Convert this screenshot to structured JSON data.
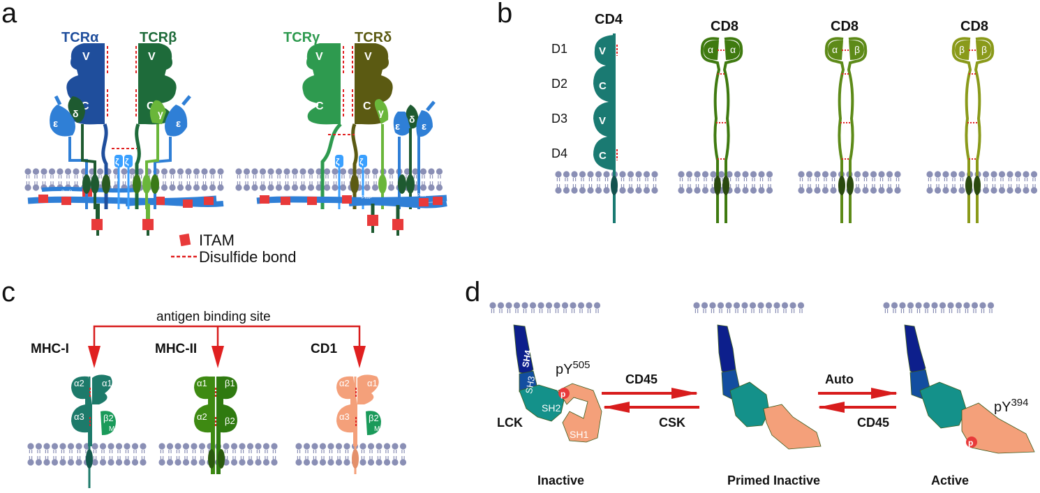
{
  "panels": {
    "a": {
      "label": "a",
      "chains": [
        "TCRα",
        "TCRβ",
        "TCRγ",
        "TCRδ"
      ],
      "domains": {
        "v": "V",
        "c": "C",
        "epsilon": "ε",
        "delta": "δ",
        "gamma": "γ",
        "zeta": "ζ"
      },
      "pxxp": "PxxP",
      "legend": {
        "itam": "ITAM",
        "disulfide": "Disulfide bond"
      }
    },
    "b": {
      "label": "b",
      "coreceptors": [
        "CD4",
        "CD8",
        "CD8",
        "CD8"
      ],
      "domain_rows": [
        "D1",
        "D2",
        "D3",
        "D4"
      ],
      "cd4_domains": [
        "V",
        "C",
        "V",
        "C"
      ],
      "cd8_pairs": [
        [
          "α",
          "α"
        ],
        [
          "α",
          "β"
        ],
        [
          "β",
          "β"
        ]
      ]
    },
    "c": {
      "label": "c",
      "binding_site": "antigen binding site",
      "molecules": [
        "MHC-I",
        "MHC-II",
        "CD1"
      ],
      "mhc1_domains": [
        "α2",
        "α1",
        "α3",
        "β2",
        "M"
      ],
      "mhc2_domains": [
        "α1",
        "β1",
        "α2",
        "β2"
      ],
      "cd1_domains": [
        "α2",
        "α1",
        "α3",
        "β2",
        "M"
      ]
    },
    "d": {
      "label": "d",
      "lck": "LCK",
      "domains": [
        "SH4",
        "SH3",
        "SH2",
        "SH1"
      ],
      "phospho": "p",
      "py505_base": "pY",
      "py505_sup": "505",
      "py394_base": "pY",
      "py394_sup": "394",
      "arrow1_top": "CD45",
      "arrow1_bottom": "CSK",
      "arrow2_top": "Auto",
      "arrow2_bottom": "CD45",
      "states": [
        "Inactive",
        "Primed Inactive",
        "Active"
      ]
    }
  },
  "colors": {
    "tcr_alpha": "#1f4e9c",
    "tcr_beta": "#1e6b3a",
    "tcr_gamma": "#2e9a4f",
    "tcr_delta": "#5b5a12",
    "cd3": "#2f7fd6",
    "zeta": "#3aa0ff",
    "cd4": "#1a7a72",
    "cd8_aa": "#3f7a10",
    "cd8_ab": "#5d8a18",
    "cd8_bb": "#8a9a1a",
    "mhc1": "#1d7a6a",
    "mhc2": "#3e8a12",
    "cd1": "#f4a07a",
    "b2m": "#1a9a5a",
    "lck_sh4": "#0d1f8c",
    "lck_sh3": "#134ea0",
    "lck_sh2": "#14918a",
    "lck_sh1": "#f4a07a",
    "itam": "#e83a3a",
    "disulfide": "#e02020",
    "membrane": "#8a8fb5",
    "arrow": "#d81c1c"
  }
}
